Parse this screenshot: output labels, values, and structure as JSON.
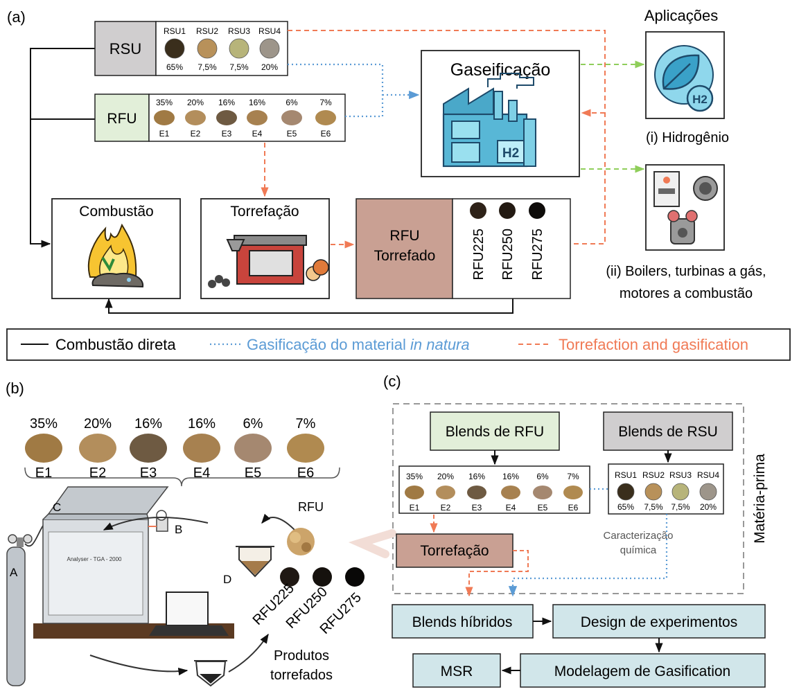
{
  "panel_labels": {
    "a": "(a)",
    "b": "(b)",
    "c": "(c)"
  },
  "panel_a": {
    "rsu": {
      "label": "RSU",
      "samples": [
        {
          "name": "RSU1",
          "pct": "65%",
          "color": "#3a2e1c"
        },
        {
          "name": "RSU2",
          "pct": "7,5%",
          "color": "#b8915a"
        },
        {
          "name": "RSU3",
          "pct": "7,5%",
          "color": "#b7b47a"
        },
        {
          "name": "RSU4",
          "pct": "20%",
          "color": "#9d958a"
        }
      ]
    },
    "rfu": {
      "label": "RFU",
      "samples": [
        {
          "name": "E1",
          "pct": "35%",
          "color": "#a07a44"
        },
        {
          "name": "E2",
          "pct": "20%",
          "color": "#b38e5c"
        },
        {
          "name": "E3",
          "pct": "16%",
          "color": "#6e5a42"
        },
        {
          "name": "E4",
          "pct": "16%",
          "color": "#a78150"
        },
        {
          "name": "E5",
          "pct": "6%",
          "color": "#a58870"
        },
        {
          "name": "E6",
          "pct": "7%",
          "color": "#b08a50"
        }
      ]
    },
    "gasification": "Gaseificação",
    "h2": "H2",
    "combustion": "Combustão",
    "torrefaction": "Torrefação",
    "rfu_torrefied": {
      "line1": "RFU",
      "line2": "Torrefado",
      "products": [
        "RFU225",
        "RFU250",
        "RFU275"
      ]
    },
    "applications": {
      "title": "Aplicações",
      "hydrogen": "(i) Hidrogênio",
      "uses_line1": "(ii) Boilers, turbinas a gás,",
      "uses_line2": "motores a combustão"
    },
    "legend": {
      "direct": "Combustão direta",
      "natura_prefix": "Gasificação do material ",
      "natura_italic": "in natura",
      "torref": "Torrefaction and gasification"
    }
  },
  "panel_b": {
    "samples": [
      {
        "name": "E1",
        "pct": "35%"
      },
      {
        "name": "E2",
        "pct": "20%"
      },
      {
        "name": "E3",
        "pct": "16%"
      },
      {
        "name": "E4",
        "pct": "16%"
      },
      {
        "name": "E5",
        "pct": "6%"
      },
      {
        "name": "E6",
        "pct": "7%"
      }
    ],
    "rfu": "RFU",
    "labels": {
      "a": "A",
      "b": "B",
      "c": "C",
      "d": "D"
    },
    "instrument": "Analyser - TGA - 2000",
    "products": [
      "RFU225",
      "RFU250",
      "RFU275"
    ],
    "products_label_1": "Produtos",
    "products_label_2": "torrefados"
  },
  "panel_c": {
    "blends_rfu": "Blends de RFU",
    "blends_rsu": "Blends de RSU",
    "raw_material": "Matéria-prima",
    "torrefaction": "Torrefação",
    "characterization_1": "Caracterização",
    "characterization_2": "química",
    "hybrid": "Blends híbridos",
    "doe": "Design de experimentos",
    "modeling": "Modelagem de Gasification",
    "msr": "MSR"
  },
  "colors": {
    "black_line": "#111111",
    "blue_dotted": "#5b9bd5",
    "orange_dashed": "#f07a55",
    "green_dashed": "#8fce5a",
    "rsu_fill": "#d0cecf",
    "rfu_fill": "#e2efd9",
    "torrefied_fill": "#c9a093",
    "teal_fill": "#d1e6ea"
  }
}
